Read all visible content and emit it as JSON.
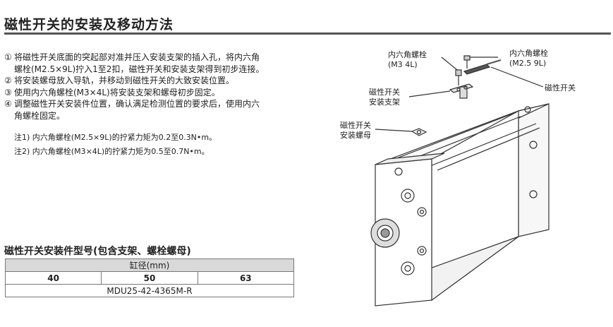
{
  "heading": "磁性开关的安装及移动方法",
  "steps": [
    {
      "num": "①",
      "lines": [
        "将磁性开关底面的突起部对准并压入安装支架的插入孔，将内六角",
        "螺栓(M2.5×9L)拧入1至2扣，磁性开关和安装支架得到初步连接。"
      ]
    },
    {
      "num": "②",
      "lines": [
        "将安装螺母放入导轨，并移动到磁性开关的大致安装位置。"
      ]
    },
    {
      "num": "③",
      "lines": [
        "使用内六角螺栓(M3×4L)将安装支架和螺母初步固定。"
      ]
    },
    {
      "num": "④",
      "lines": [
        "调整磁性开关安装件位置，确认满足检测位置的要求后，使用内六",
        "角螺栓固定。"
      ]
    }
  ],
  "notes": [
    "注1)  内六角螺栓(M2.5×9L)的拧紧力矩为0.2至0.3N•m。",
    "注2)  内六角螺栓(M3×4L)的拧紧力矩为0.5至0.7N•m。"
  ],
  "kit": {
    "title": "磁性开关安装件型号(包含支架、螺栓螺母)",
    "header": "缸径(mm)",
    "bores": [
      "40",
      "50",
      "63"
    ],
    "part_no": "MDU25-42-4365M-R"
  },
  "figure": {
    "labels": {
      "bolt_m3_name": "内六角螺栓",
      "bolt_m3_spec": "(M3  4L)",
      "bolt_m25_name": "内六角螺栓",
      "bolt_m25_spec": "(M2.5  9L)",
      "switch": "磁性开关",
      "bracket_l1": "磁性开关",
      "bracket_l2": "安装支架",
      "nut_l1": "磁性开关",
      "nut_l2": "安装螺母"
    }
  }
}
